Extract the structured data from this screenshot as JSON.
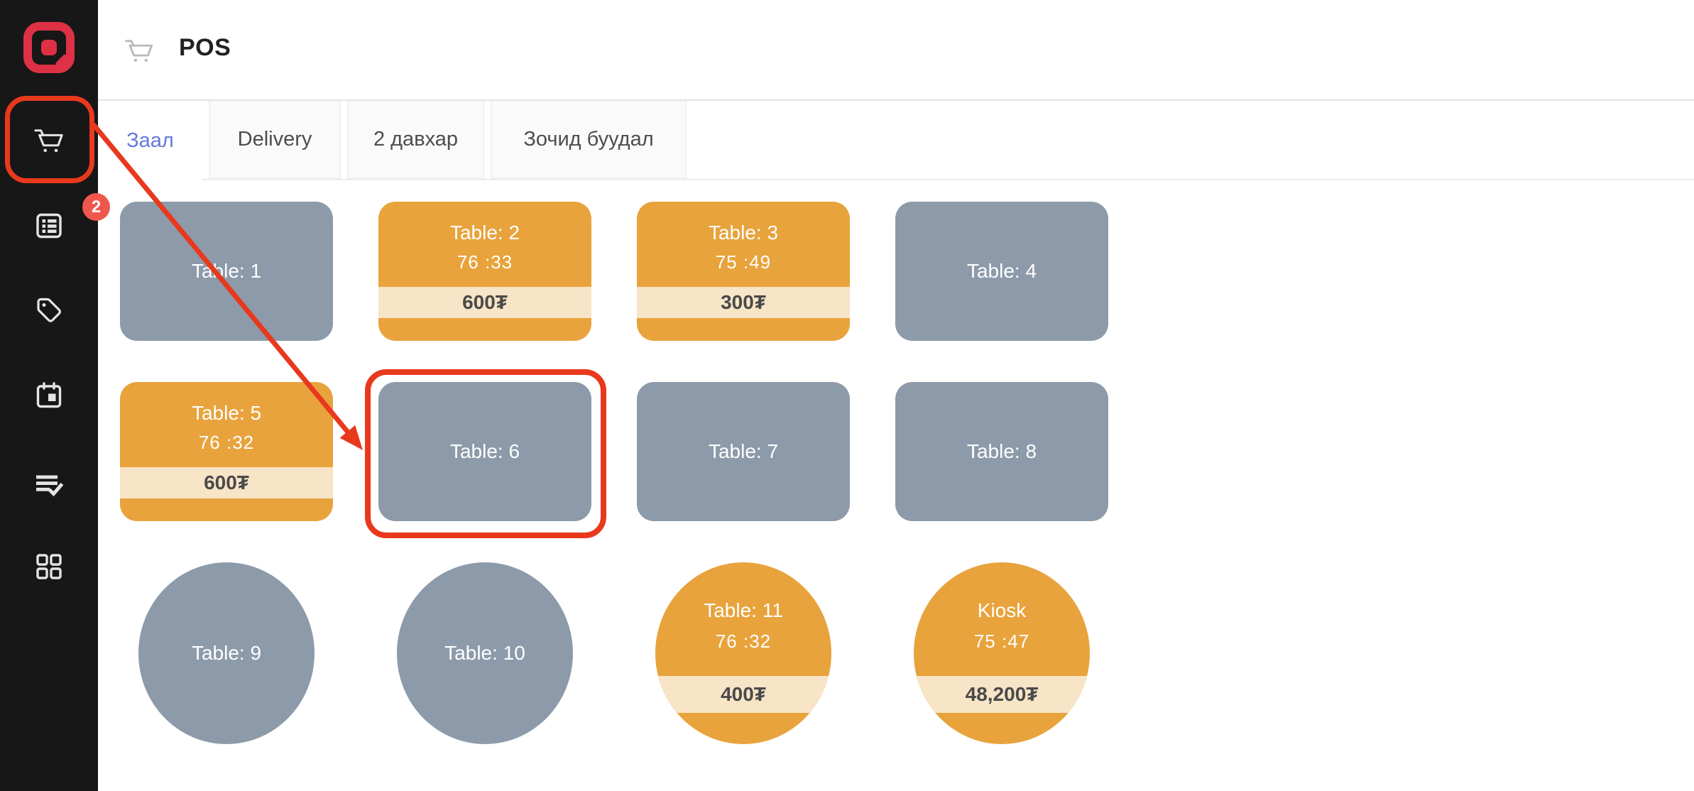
{
  "colors": {
    "sidebar_bg": "#171717",
    "logo_red": "#de3146",
    "annotation_red": "#e8391d",
    "badge_red": "#ef574d",
    "active_tab_blue": "#6379dd",
    "table_free_gray": "#8d9aa9",
    "table_occupied_orange": "#e8a33c",
    "amount_band": "#f8e4c6"
  },
  "sidebar": {
    "badge_count": "2",
    "items": [
      {
        "icon": "cart-icon"
      },
      {
        "icon": "order-list-icon"
      },
      {
        "icon": "tag-icon"
      },
      {
        "icon": "calendar-icon"
      },
      {
        "icon": "checklist-icon"
      },
      {
        "icon": "grid-icon"
      }
    ]
  },
  "header": {
    "title": "POS",
    "icon": "cart-icon"
  },
  "tabs": [
    {
      "label": "Заал",
      "active": true
    },
    {
      "label": "Delivery",
      "active": false
    },
    {
      "label": "2 давхар",
      "active": false
    },
    {
      "label": "Зочид буудал",
      "active": false
    }
  ],
  "tables": {
    "items": [
      {
        "name": "Table: 1",
        "shape": "rect",
        "status": "free"
      },
      {
        "name": "Table: 2",
        "shape": "rect",
        "status": "occupied",
        "timer": "76 :33",
        "amount": "600₮"
      },
      {
        "name": "Table: 3",
        "shape": "rect",
        "status": "occupied",
        "timer": "75 :49",
        "amount": "300₮"
      },
      {
        "name": "Table: 4",
        "shape": "rect",
        "status": "free"
      },
      {
        "name": "Table: 5",
        "shape": "rect",
        "status": "occupied",
        "timer": "76 :32",
        "amount": "600₮"
      },
      {
        "name": "Table: 6",
        "shape": "rect",
        "status": "free",
        "annotated": true
      },
      {
        "name": "Table: 7",
        "shape": "rect",
        "status": "free"
      },
      {
        "name": "Table: 8",
        "shape": "rect",
        "status": "free"
      },
      {
        "name": "Table: 9",
        "shape": "circle",
        "status": "free"
      },
      {
        "name": "Table: 10",
        "shape": "circle",
        "status": "free"
      },
      {
        "name": "Table: 11",
        "shape": "circle",
        "status": "occupied",
        "timer": "76 :32",
        "amount": "400₮"
      },
      {
        "name": "Kiosk",
        "shape": "circle",
        "status": "occupied",
        "timer": "75 :47",
        "amount": "48,200₮"
      }
    ]
  }
}
